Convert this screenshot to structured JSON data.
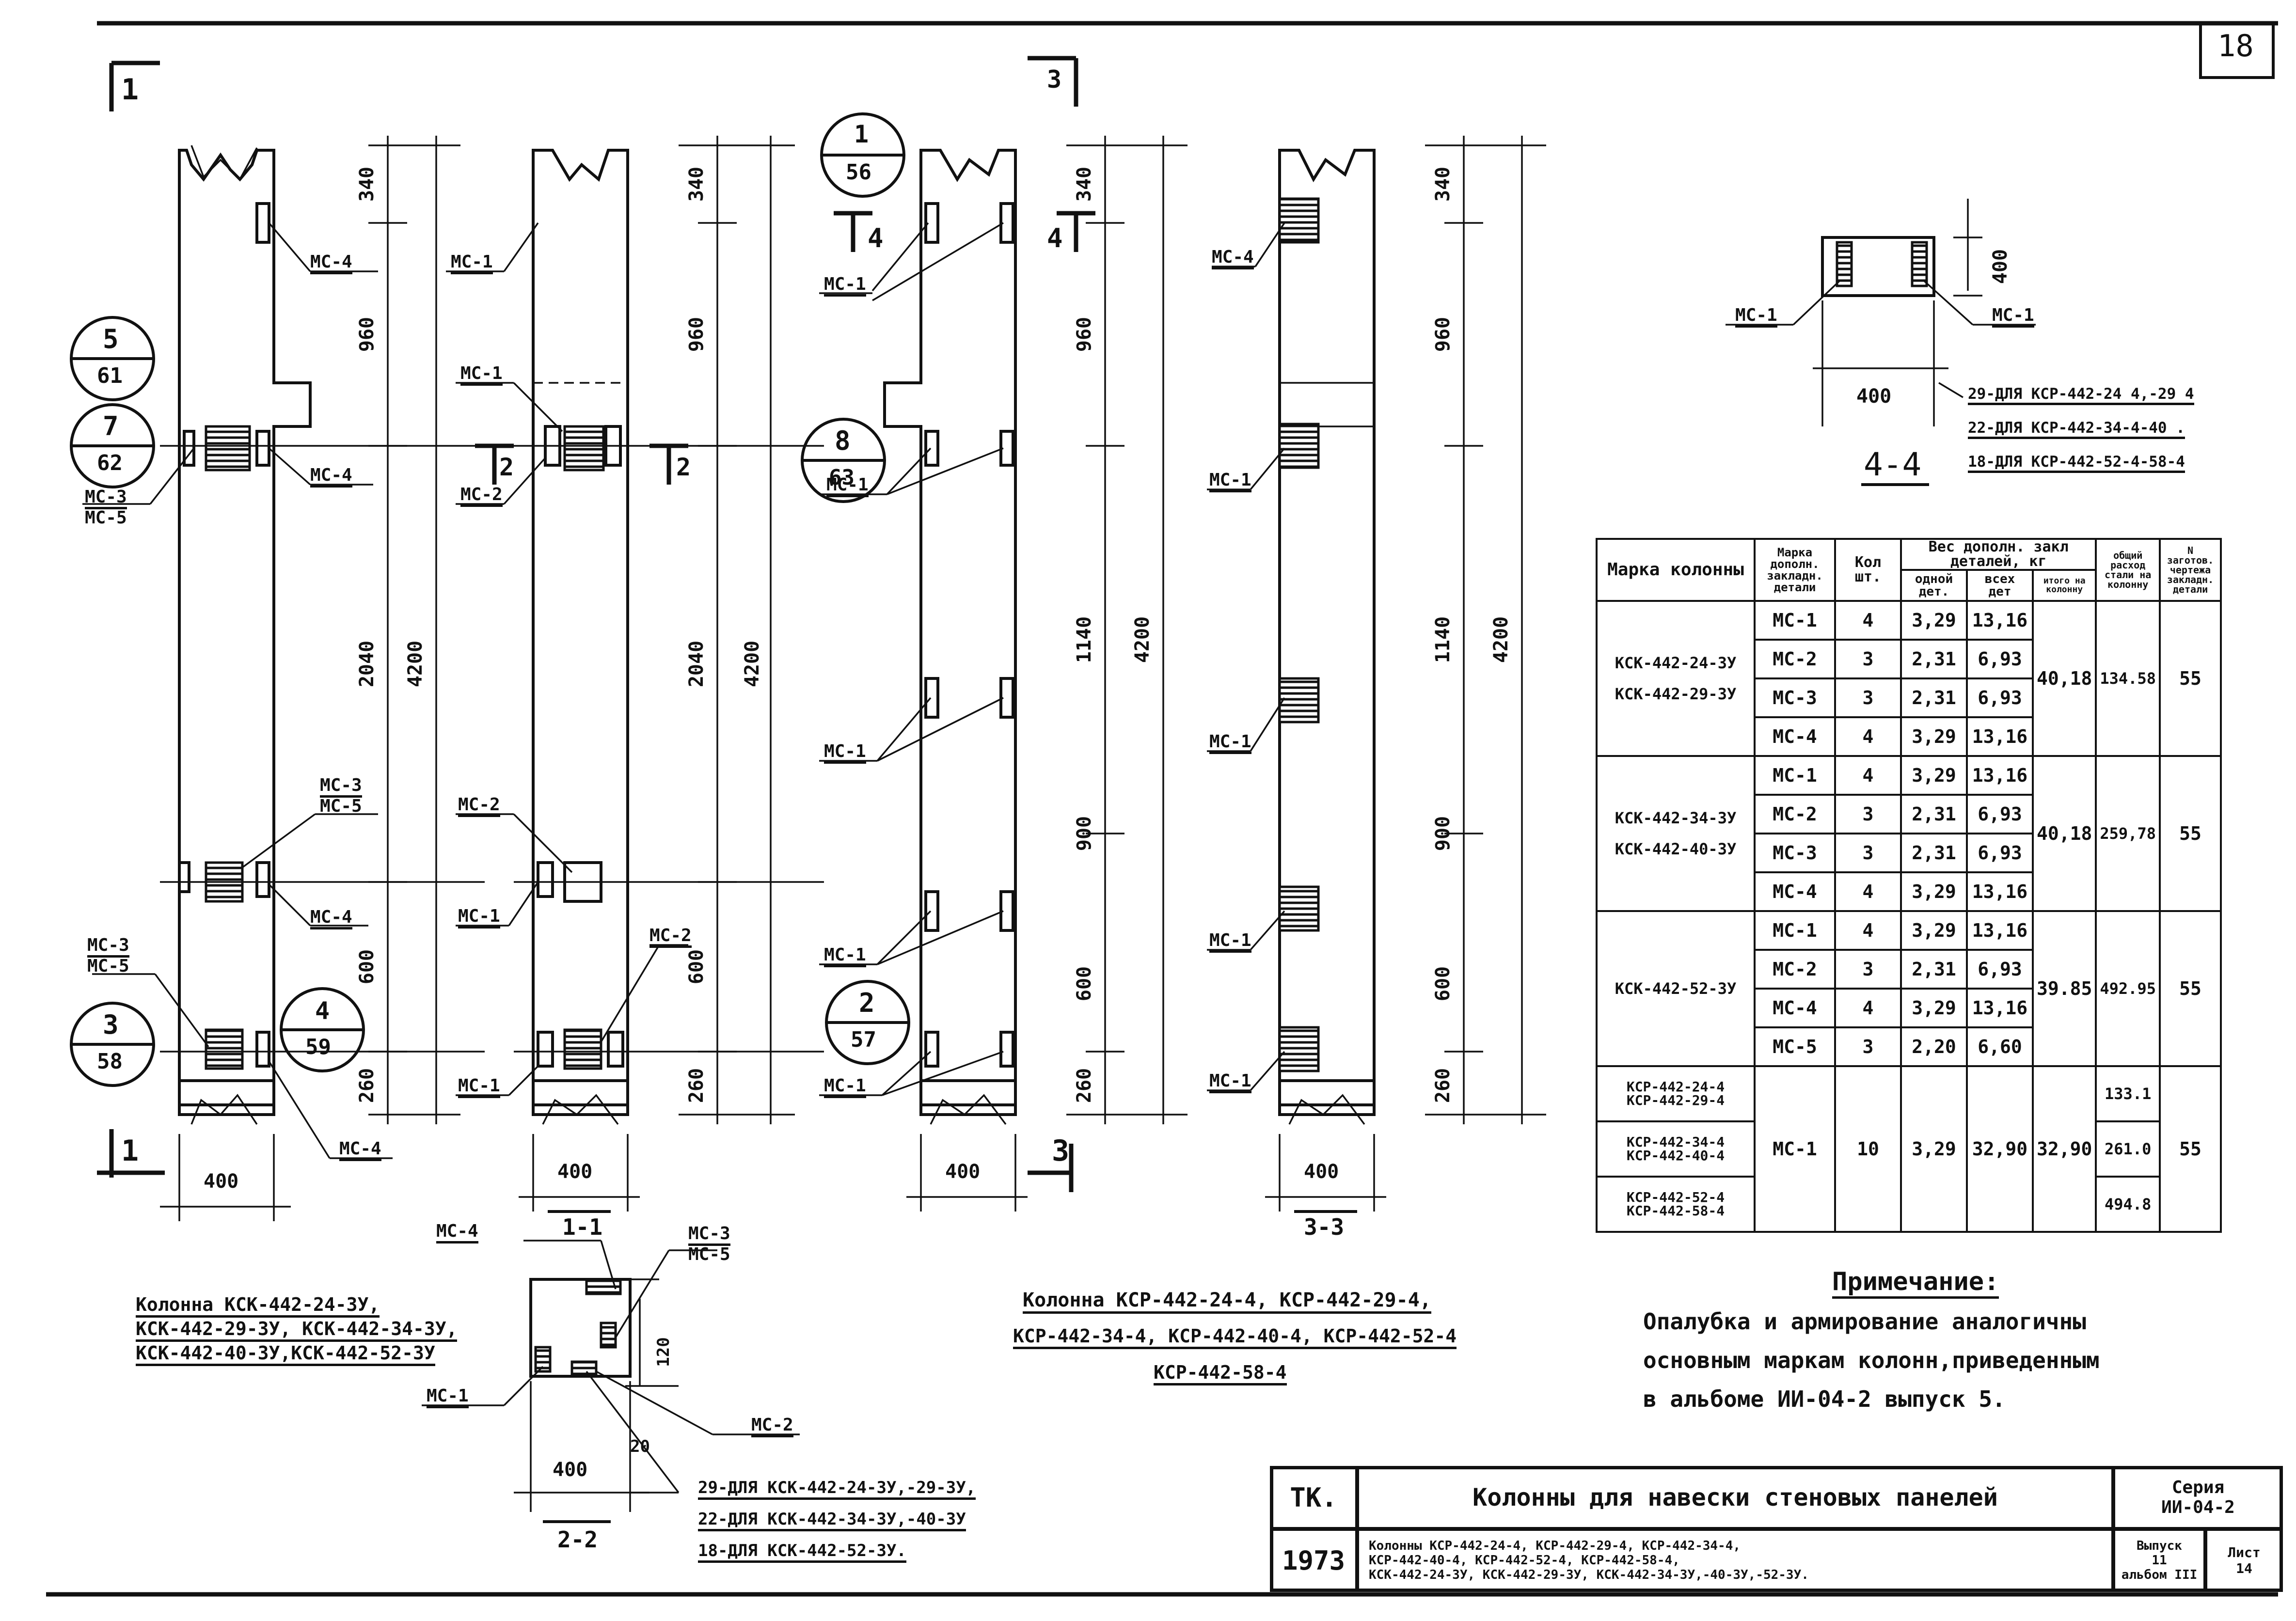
{
  "sheet": {
    "number": "18"
  },
  "section_marks": {
    "s1_top": "1",
    "s1_bot": "1",
    "s3_top": "3",
    "s3_bot": "3",
    "s4_left": "4",
    "s4_right": "4",
    "s2_left": "2",
    "s2_right": "2"
  },
  "callouts": [
    {
      "top": "5",
      "bot": "61"
    },
    {
      "top": "7",
      "bot": "62"
    },
    {
      "top": "3",
      "bot": "58"
    },
    {
      "top": "4",
      "bot": "59"
    },
    {
      "top": "1",
      "bot": "56"
    },
    {
      "top": "8",
      "bot": "63"
    },
    {
      "top": "2",
      "bot": "57"
    }
  ],
  "dims": {
    "d340": "340",
    "d960": "960",
    "d2040": "2040",
    "d4200": "4200",
    "d600": "600",
    "d260": "260",
    "d1140": "1140",
    "d900": "900",
    "d400": "400",
    "d20": "20",
    "d120": "120"
  },
  "parts": {
    "mc1": "МС-1",
    "mc2": "МС-2",
    "mc3": "МС-3",
    "mc4": "МС-4",
    "mc5": "МС-5"
  },
  "views": {
    "v11": "1-1",
    "v33": "3-3",
    "v22": "2-2",
    "v44": "4-4"
  },
  "note_44": [
    "29-ДЛЯ КСР-442-24 4,-29 4",
    "22-ДЛЯ КСР-442-34-4-40 .",
    "18-ДЛЯ КСР-442-52-4-58-4"
  ],
  "note_22": [
    "29-ДЛЯ КСК-442-24-3У,-29-3У,",
    "22-ДЛЯ КСК-442-34-3У,-40-3У",
    "18-ДЛЯ КСК-442-52-3У."
  ],
  "caption_left": [
    "Колонна КСК-442-24-3У,",
    "КСК-442-29-3У, КСК-442-34-3У,",
    "КСК-442-40-3У,КСК-442-52-3У"
  ],
  "caption_mid": [
    "Колонна КСР-442-24-4, КСР-442-29-4,",
    "КСР-442-34-4, КСР-442-40-4, КСР-442-52-4",
    "КСР-442-58-4"
  ],
  "table": {
    "h_mark": "Марка колонны",
    "h_part": "Марка дополн. закладн. детали",
    "h_qty": "Кол шт.",
    "h_weight": "Вес дополн. закл деталей, кг",
    "h_one": "одной дет.",
    "h_all": "всех дет",
    "h_total": "итого на колонну",
    "h_steel": "общий расход стали на колонну",
    "h_zakl": "N заготов. чертежа закладн. детали",
    "groups": [
      {
        "marks": [
          "КСК-442-24-3У",
          "КСК-442-29-3У"
        ],
        "rows": [
          [
            "МС-1",
            "4",
            "3,29",
            "13,16"
          ],
          [
            "МС-2",
            "3",
            "2,31",
            "6,93"
          ],
          [
            "МС-3",
            "3",
            "2,31",
            "6,93"
          ],
          [
            "МС-4",
            "4",
            "3,29",
            "13,16"
          ]
        ],
        "total": "40,18",
        "steel": "134.58",
        "zakl": "55"
      },
      {
        "marks": [
          "КСК-442-34-3У",
          "КСК-442-40-3У"
        ],
        "rows": [
          [
            "МС-1",
            "4",
            "3,29",
            "13,16"
          ],
          [
            "МС-2",
            "3",
            "2,31",
            "6,93"
          ],
          [
            "МС-3",
            "3",
            "2,31",
            "6,93"
          ],
          [
            "МС-4",
            "4",
            "3,29",
            "13,16"
          ]
        ],
        "total": "40,18",
        "steel": "259,78",
        "zakl": "55"
      },
      {
        "marks": [
          "КСК-442-52-3У"
        ],
        "rows": [
          [
            "МС-1",
            "4",
            "3,29",
            "13,16"
          ],
          [
            "МС-2",
            "3",
            "2,31",
            "6,93"
          ],
          [
            "МС-4",
            "4",
            "3,29",
            "13,16"
          ],
          [
            "МС-5",
            "3",
            "2,20",
            "6,60"
          ]
        ],
        "total": "39.85",
        "steel": "492.95",
        "zakl": "55"
      }
    ],
    "ksr": {
      "marks": [
        [
          "КСР-442-24-4",
          "КСР-442-29-4"
        ],
        [
          "КСР-442-34-4",
          "КСР-442-40-4"
        ],
        [
          "КСР-442-52-4",
          "КСР-442-58-4"
        ]
      ],
      "part": "МС-1",
      "qty": "10",
      "one": "3,29",
      "all": "32,90",
      "total": "32,90",
      "steel": [
        "133.1",
        "261.0",
        "494.8"
      ],
      "zakl": "55"
    }
  },
  "note": {
    "title": "Примечание:",
    "lines": [
      "Опалубка и армирование аналогичны",
      "основным маркам колонн,приведенным",
      "в альбоме ИИ-04-2 выпуск 5."
    ]
  },
  "titleblock": {
    "org": "ТК.",
    "year": "1973",
    "title": "Колонны для навески стеновых панелей",
    "subtitle1": "Колонны КСР-442-24-4, КСР-442-29-4, КСР-442-34-4,",
    "subtitle2": "КСР-442-40-4, КСР-442-52-4, КСР-442-58-4,",
    "subtitle3": "КСК-442-24-3У, КСК-442-29-3У, КСК-442-34-3У,-40-3У,-52-3У.",
    "series_label": "Серия",
    "series": "ИИ-04-2",
    "issue_label": "Выпуск",
    "issue": "11",
    "album_label": "альбом III",
    "sheet_label": "Лист",
    "sheet": "14"
  }
}
